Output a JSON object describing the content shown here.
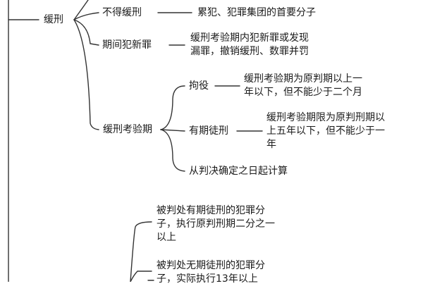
{
  "diagram": {
    "root_hint": "",
    "huanxing": {
      "label": "缓刑",
      "bude": {
        "label": "不得缓刑",
        "detail": "累犯、犯罪集团的首要分子"
      },
      "jianfan": {
        "label": "期间犯新罪",
        "detail_line1": "缓刑考验期内犯新罪或发现",
        "detail_line2": "漏罪，撤销缓刑、数罪并罚"
      },
      "kaoyan": {
        "label": "缓刑考验期",
        "juyi": {
          "label": "拘役",
          "detail_line1": "缓刑考验期为原判期以上一",
          "detail_line2": "年以下，但不能少于二个月"
        },
        "youqi": {
          "label": "有期徒刑",
          "detail_line1": "缓刑考验期限为原判刑期以",
          "detail_line2": "上五年以下，但不能少于一",
          "detail_line3": "年"
        },
        "start": {
          "label": "从判决确定之日起计算"
        }
      }
    },
    "lower": {
      "youqi_detail_line1": "被判处有期徒刑的犯罪分",
      "youqi_detail_line2": "子，执行原判刑期二分之一",
      "youqi_detail_line3": "以上",
      "wuqi_detail_line1": "被判处无期徒刑的犯罪分",
      "wuqi_detail_line2": "子，实际执行13年以上"
    }
  }
}
